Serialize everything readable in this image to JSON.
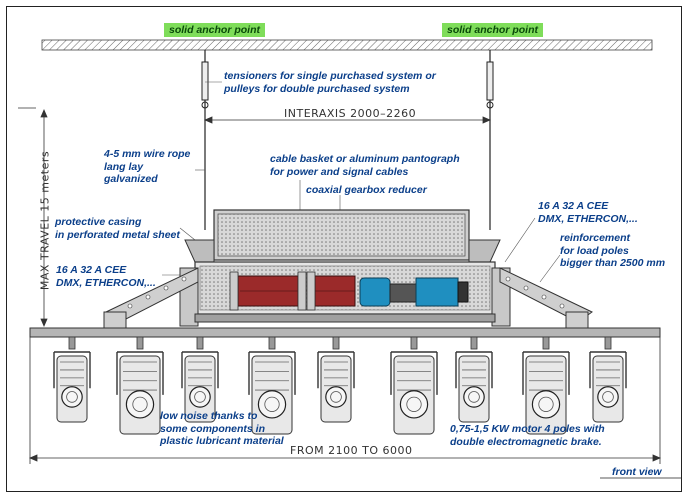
{
  "anchors": {
    "left_label": "solid anchor point",
    "right_label": "solid anchor point"
  },
  "dimensions": {
    "interaxis": "INTERAXIS 2000–2260",
    "max_travel": "MAX TRAVEL 15 meters",
    "width_range": "FROM 2100 TO 6000"
  },
  "callouts": {
    "tensioners": "tensioners for single purchased system or\npulleys for double purchased system",
    "wire_rope": "4-5 mm wire rope\nlang lay\ngalvanized",
    "cable_basket": "cable basket or aluminum pantograph\nfor power and signal cables",
    "gearbox": "coaxial gearbox reducer",
    "protective_casing": "protective casing\nin perforated metal sheet",
    "connectors_left": "16 A 32 A CEE\nDMX, ETHERCON,...",
    "connectors_right": "16 A 32 A CEE\nDMX, ETHERCON,...",
    "reinforcement": "reinforcement\nfor load poles\nbigger than 2500 mm",
    "low_noise": "low noise thanks to\nsome components in\nplastic lubricant material",
    "motor": "0,75-1,5 KW motor 4 poles with\ndouble electromagnetic brake."
  },
  "view_label": "front view",
  "colors": {
    "anchor_tag": "#7fdd5a",
    "callout_text": "#0b3f8a",
    "motor_blue": "#1f8fc0",
    "drum_red": "#9b2a2a"
  }
}
